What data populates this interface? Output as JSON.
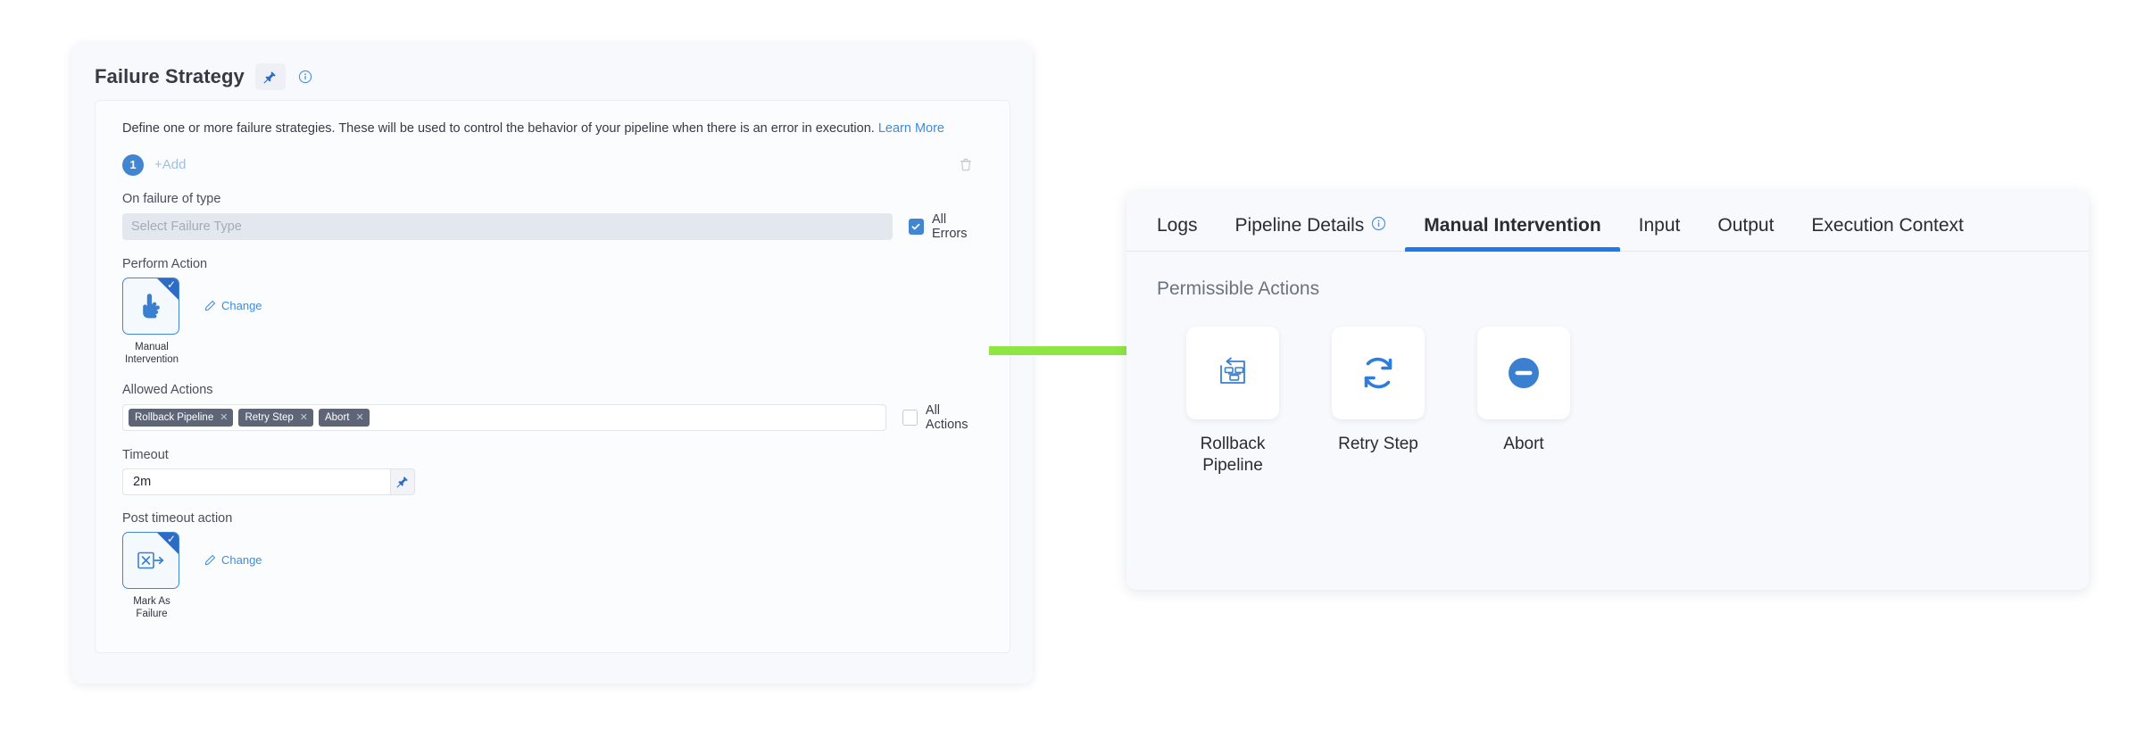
{
  "left_panel": {
    "title": "Failure Strategy",
    "pin_icon": "pin-icon",
    "info_icon": "info-icon",
    "description": "Define one or more failure strategies. These will be used to control the behavior of your pipeline when there is an error in execution.",
    "learn_more": "Learn More",
    "strategy_index": "1",
    "add_label": "+Add",
    "delete_icon": "trash-icon",
    "on_failure_label": "On failure of type",
    "failure_type_placeholder": "Select Failure Type",
    "failure_type_value": "",
    "all_errors_label": "All Errors",
    "all_errors_checked": true,
    "perform_action_label": "Perform Action",
    "perform_action_tile": {
      "icon": "pointing-hand-icon",
      "caption_line1": "Manual",
      "caption_line2": "Intervention",
      "selected": true
    },
    "change_label": "Change",
    "allowed_actions_label": "Allowed Actions",
    "allowed_action_tags": [
      "Rollback Pipeline",
      "Retry Step",
      "Abort"
    ],
    "all_actions_label": "All Actions",
    "all_actions_checked": false,
    "timeout_label": "Timeout",
    "timeout_value": "2m",
    "timeout_pin_icon": "pin-icon",
    "post_timeout_label": "Post timeout action",
    "post_timeout_tile": {
      "icon": "mark-as-failure-icon",
      "caption_line1": "Mark As",
      "caption_line2": "Failure",
      "selected": true
    },
    "post_change_label": "Change"
  },
  "arrow": {
    "name": "green-flow-arrow",
    "color": "#8ee645"
  },
  "right_panel": {
    "tabs": [
      {
        "label": "Logs",
        "active": false,
        "has_info_icon": false
      },
      {
        "label": "Pipeline Details",
        "active": false,
        "has_info_icon": true
      },
      {
        "label": "Manual Intervention",
        "active": true,
        "has_info_icon": false
      },
      {
        "label": "Input",
        "active": false,
        "has_info_icon": false
      },
      {
        "label": "Output",
        "active": false,
        "has_info_icon": false
      },
      {
        "label": "Execution Context",
        "active": false,
        "has_info_icon": false
      }
    ],
    "section_title": "Permissible Actions",
    "actions": [
      {
        "label": "Rollback Pipeline",
        "icon": "rollback-pipeline-icon"
      },
      {
        "label": "Retry Step",
        "icon": "retry-step-icon"
      },
      {
        "label": "Abort",
        "icon": "abort-icon"
      }
    ]
  },
  "colors": {
    "accent_blue": "#4285d0",
    "tab_active_blue": "#1e7ae8",
    "tag_gray": "#5e6576",
    "arrow_green": "#8ee645"
  }
}
